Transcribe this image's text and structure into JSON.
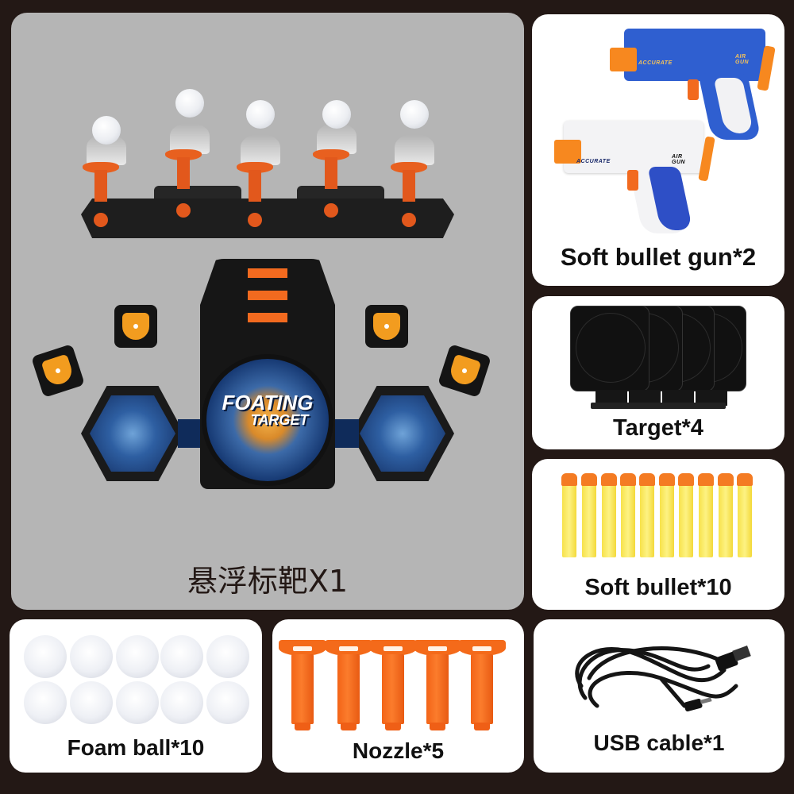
{
  "main_panel": {
    "label": "悬浮标靶X1",
    "product_logo": {
      "line1": "FOATING",
      "line2": "TARGET"
    },
    "floating_balls": 5,
    "side_targets": 4,
    "colors": {
      "panel_bg": "#b5b5b5",
      "accent_orange": "#f26a1f",
      "body_black": "#1a1a1a",
      "blue": "#173a74"
    }
  },
  "items": [
    {
      "id": "gun",
      "label": "Soft bullet gun*2",
      "gun_text_1": "ACCURATE",
      "gun_text_2": "AIR GUN"
    },
    {
      "id": "target",
      "label": "Target*4"
    },
    {
      "id": "bullet",
      "label": "Soft bullet*10"
    },
    {
      "id": "foam",
      "label": "Foam ball*10"
    },
    {
      "id": "nozzle",
      "label": "Nozzle*5"
    },
    {
      "id": "usb",
      "label": "USB cable*1"
    }
  ],
  "colors": {
    "background": "#231815",
    "card_bg": "#ffffff",
    "text": "#111111"
  }
}
